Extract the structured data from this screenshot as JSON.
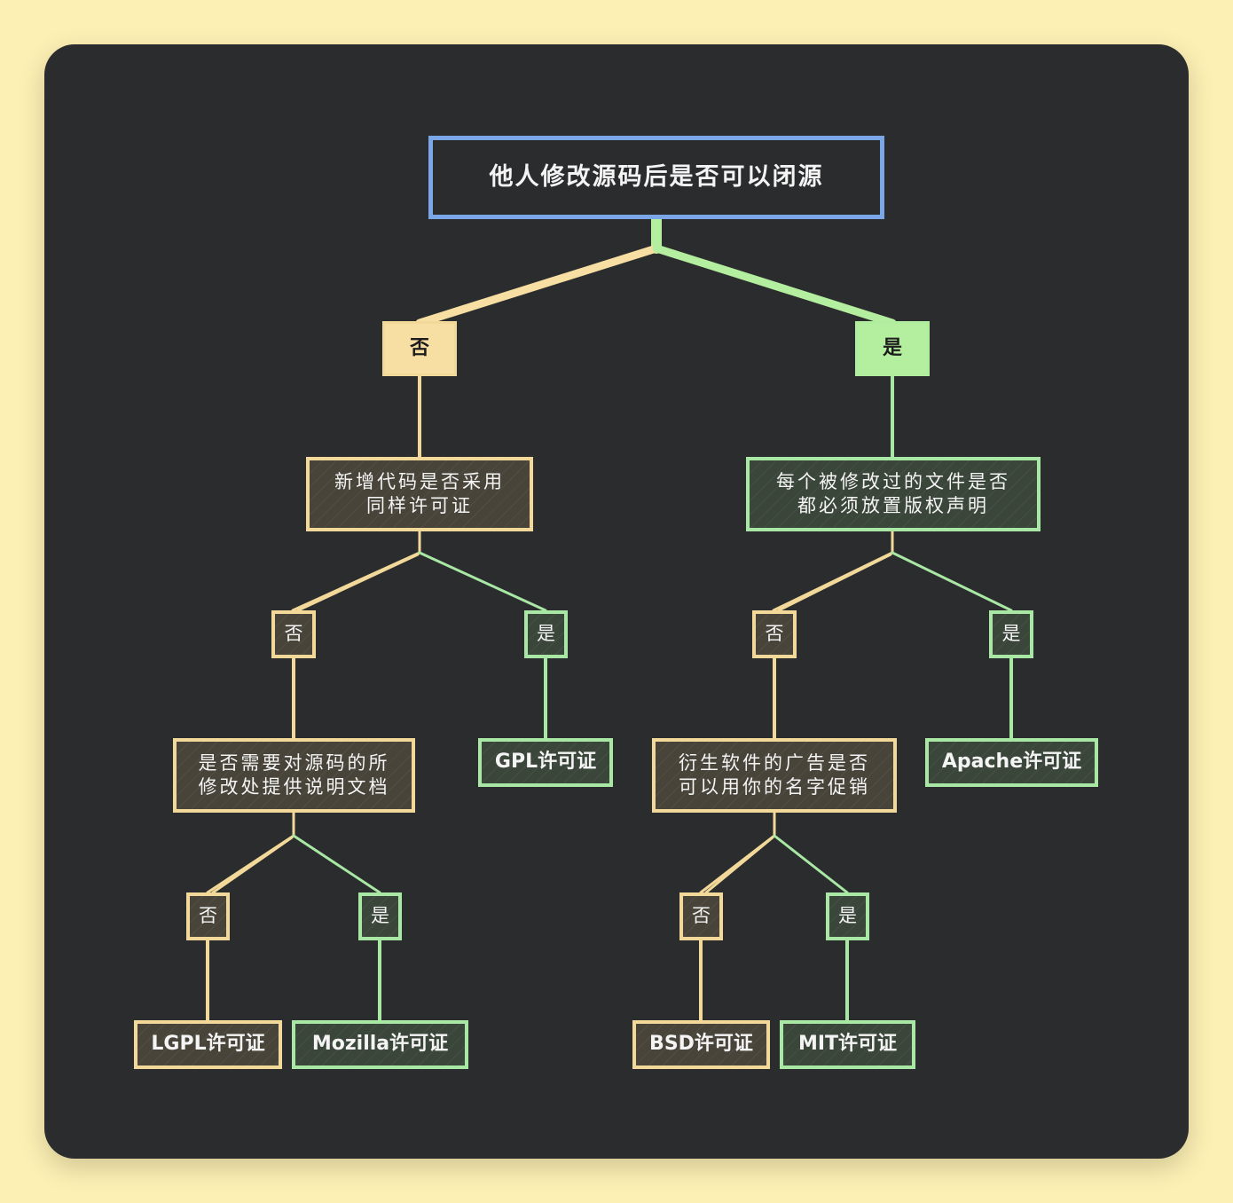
{
  "colors": {
    "background": "#fdf0b4",
    "canvas": "#2b2c2e",
    "root_border": "#7ba7e8",
    "no": "#f2d99a",
    "yes": "#a9e8a4"
  },
  "root": "他人修改源码后是否可以闭源",
  "level1": {
    "no": "否",
    "yes": "是"
  },
  "left": {
    "question": [
      "新增代码是否采用",
      "同样许可证"
    ],
    "no": "否",
    "yes": "是",
    "yes_result": "GPL许可证",
    "sub_question": [
      "是否需要对源码的所",
      "修改处提供说明文档"
    ],
    "sub_no": "否",
    "sub_yes": "是",
    "sub_no_result": "LGPL许可证",
    "sub_yes_result": "Mozilla许可证"
  },
  "right": {
    "question": [
      "每个被修改过的文件是否",
      "都必须放置版权声明"
    ],
    "no": "否",
    "yes": "是",
    "yes_result": "Apache许可证",
    "sub_question": [
      "衍生软件的广告是否",
      "可以用你的名字促销"
    ],
    "sub_no": "否",
    "sub_yes": "是",
    "sub_no_result": "BSD许可证",
    "sub_yes_result": "MIT许可证"
  }
}
